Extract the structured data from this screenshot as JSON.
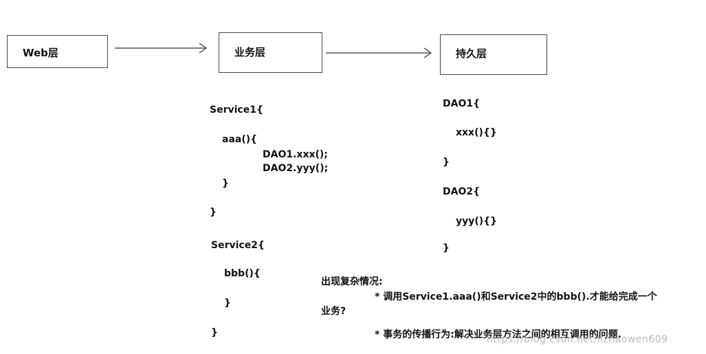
{
  "layers": {
    "web": "Web层",
    "business": "业务层",
    "persistence": "持久层"
  },
  "service_code": {
    "s1_open": "Service1{",
    "s1_method": "aaa(){",
    "s1_call1": "DAO1.xxx();",
    "s1_call2": "DAO2.yyy();",
    "s1_method_close": "}",
    "s1_close": "}",
    "s2_open": "Service2{",
    "s2_method": "bbb(){",
    "s2_method_close": "}",
    "s2_close": "}"
  },
  "dao_code": {
    "d1_open": "DAO1{",
    "d1_method": "xxx(){}",
    "d1_close": "}",
    "d2_open": "DAO2{",
    "d2_method": "yyy(){}",
    "d2_close": "}"
  },
  "notes": {
    "heading": "出现复杂情况:",
    "point1": "* 调用Service1.aaa()和Service2中的bbb().才能给完成一个",
    "point1_cont": "业务?",
    "point2": "* 事务的传播行为:解决业务层方法之间的相互调用的问题."
  },
  "watermark": "https://blog.csdn.net/lizhaowen609"
}
